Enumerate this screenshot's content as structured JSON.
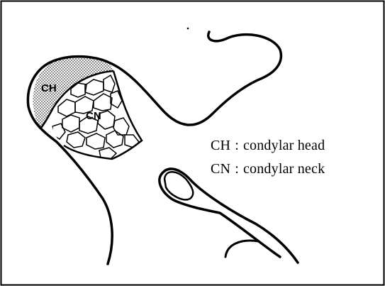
{
  "figure": {
    "labels": {
      "head_abbr": "CH",
      "neck_abbr": "CN"
    },
    "legend": [
      {
        "abbr": "CH",
        "separator": ":",
        "text": "condylar head"
      },
      {
        "abbr": "CN",
        "separator": ":",
        "text": "condylar neck"
      }
    ],
    "colors": {
      "stroke": "#000000",
      "background": "#ffffff",
      "stipple": "#000000"
    }
  }
}
